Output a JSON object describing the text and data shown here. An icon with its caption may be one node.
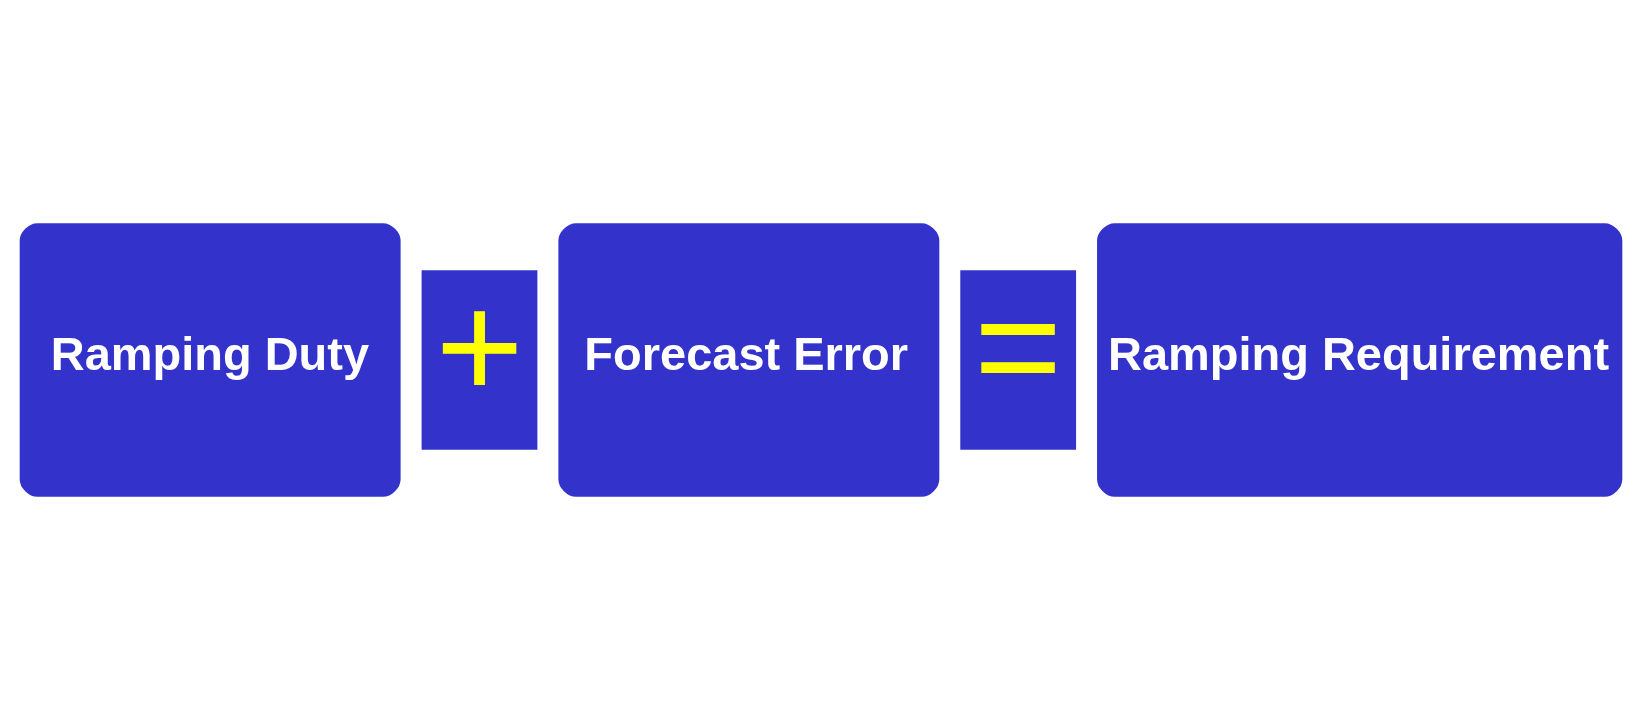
{
  "diagram": {
    "nodes": [
      {
        "text": [
          "Ramping Duty"
        ]
      },
      {
        "text": [
          "Forecast Error"
        ]
      },
      {
        "text": [
          "Ramping Requirement"
        ]
      }
    ],
    "labels": [
      "+",
      "="
    ]
  }
}
